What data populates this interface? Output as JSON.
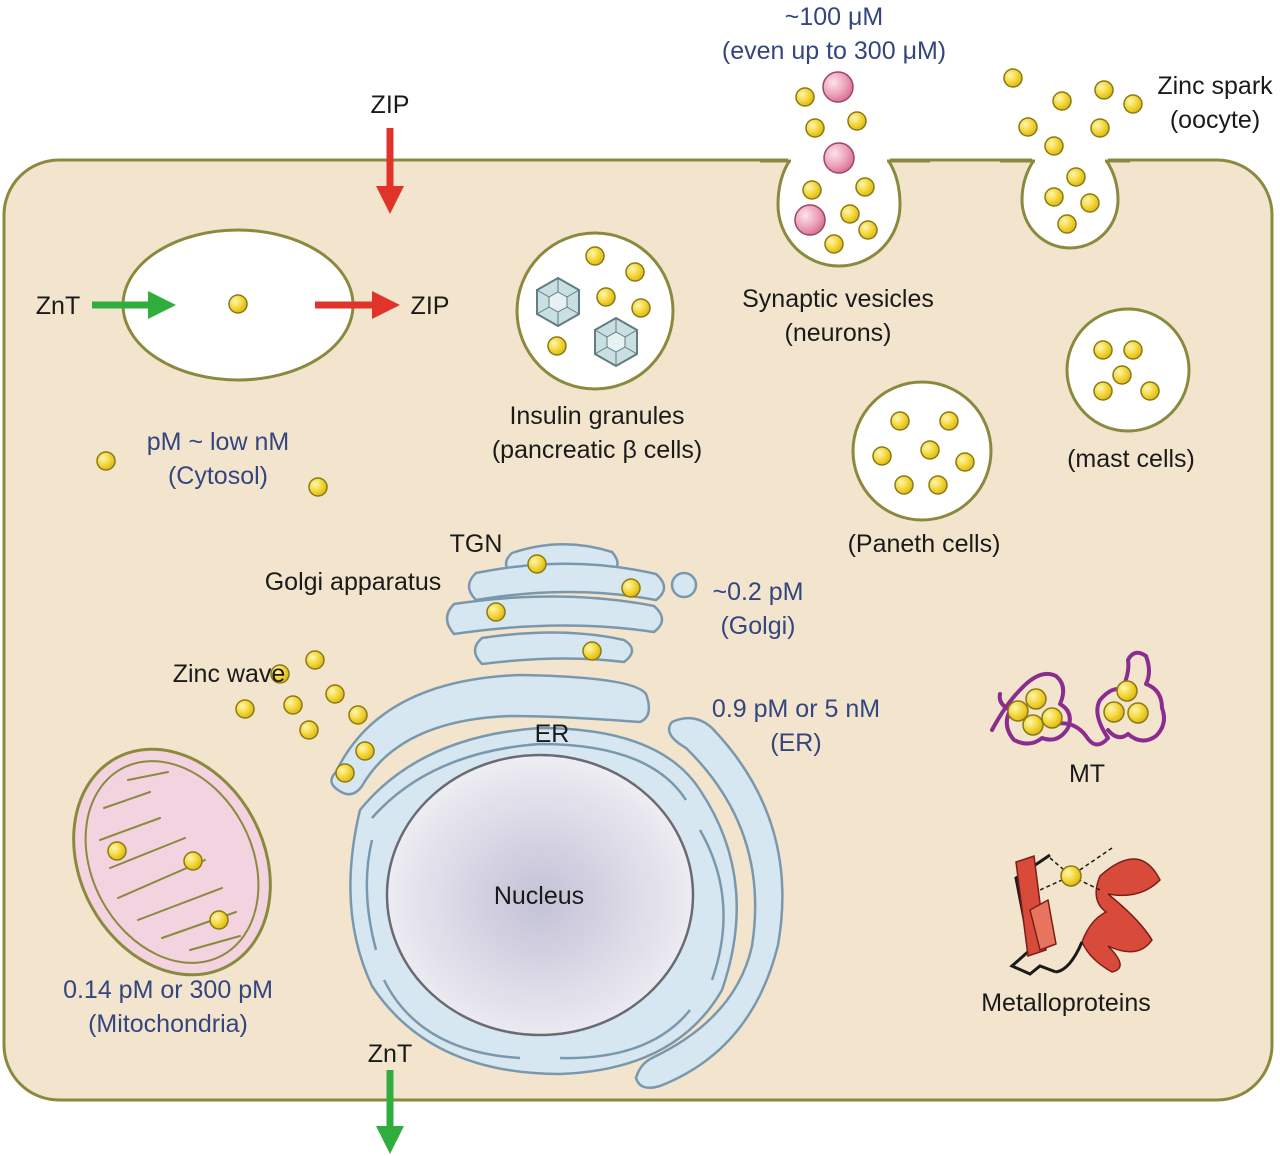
{
  "colors": {
    "cell_fill": "#f3e5cd",
    "membrane": "#8a8a3e",
    "zinc": "#f2d433",
    "zinc_stroke": "#8a7a10",
    "vesicle_pink": "#eca1b8",
    "er_golgi": "#d7e7f1",
    "er_outline": "#7a98ad",
    "mito_fill": "#f3d3df",
    "nucleus_center": "#c3c1d6",
    "arrow_red": "#e0342b",
    "arrow_green": "#2fae3e",
    "mt_chain": "#8a2d8f",
    "protein_red": "#d84a3a",
    "label_blue": "#34467f",
    "label_dark": "#1a1a1a"
  },
  "labels": {
    "zip_top": "ZIP",
    "znt_left": "ZnT",
    "zip_right": "ZIP",
    "cytosol_conc": "pM ~ low nM",
    "cytosol_name": "(Cytosol)",
    "insulin_line1": "Insulin granules",
    "insulin_line2": "(pancreatic β cells)",
    "synaptic_conc1": "~100 μM",
    "synaptic_conc2": "(even up to 300 μM)",
    "synaptic_line1": "Synaptic vesicles",
    "synaptic_line2": "(neurons)",
    "zinc_spark1": "Zinc spark",
    "zinc_spark2": "(oocyte)",
    "mast_cells": "(mast cells)",
    "paneth_cells": "(Paneth cells)",
    "tgn": "TGN",
    "golgi_apparatus": "Golgi apparatus",
    "golgi_conc": "~0.2 pM",
    "golgi_name": "(Golgi)",
    "zinc_wave": "Zinc wave",
    "er": "ER",
    "er_conc": "0.9 pM or 5 nM",
    "er_name": "(ER)",
    "nucleus": "Nucleus",
    "mt": "MT",
    "metalloproteins": "Metalloproteins",
    "mito_conc": "0.14 pM or 300 pM",
    "mito_name": "(Mitochondria)",
    "znt_bottom": "ZnT"
  },
  "icons": {
    "zinc_ion": "zinc-ion-icon",
    "insulin_crystal": "insulin-crystal-icon",
    "protein_ribbon": "protein-ribbon-icon"
  }
}
